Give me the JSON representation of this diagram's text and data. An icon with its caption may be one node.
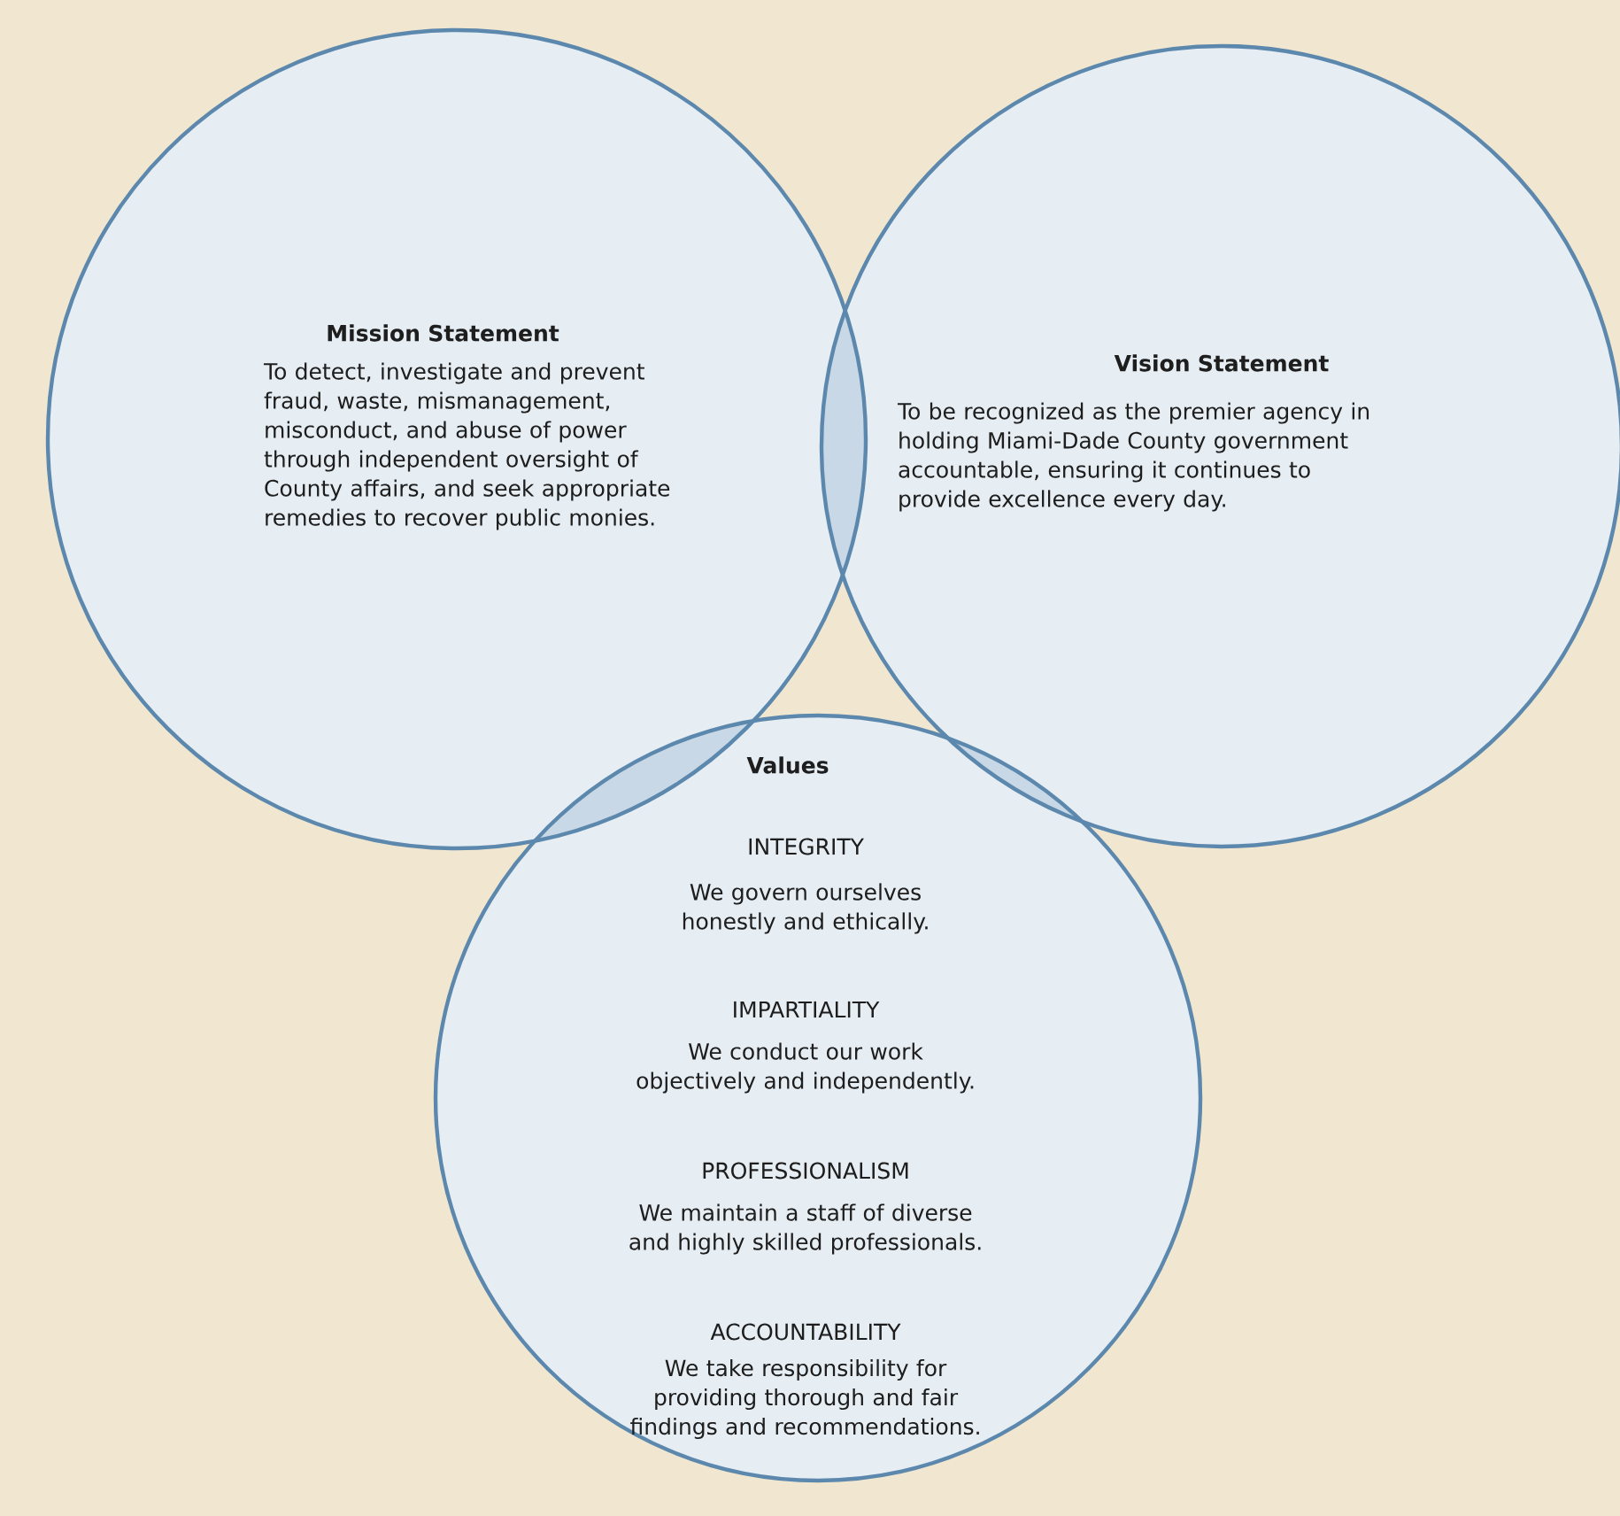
{
  "diagram": {
    "nodes": [
      {
        "text": [
          "Mission Statement",
          "To detect, investigate and prevent fraud, waste, mismanagement, misconduct, and abuse of power through independent oversight of County affairs, and seek appropriate remedies to recover public monies."
        ]
      },
      {
        "text": [
          "Vision Statement",
          "To be recognized as the premier agency in holding Miami-Dade County government accountable, ensuring it continues to provide excellence every day."
        ]
      },
      {
        "text": [
          "Values",
          "INTEGRITY",
          "We govern ourselves honestly and ethically.",
          "IMPARTIALITY",
          "We conduct our work objectively and independently.",
          "PROFESSIONALISM",
          "We maintain a staff of diverse and highly skilled professionals.",
          "ACCOUNTABILITY",
          "We take responsibility for providing thorough and fair findings and recommendations."
        ]
      }
    ]
  }
}
